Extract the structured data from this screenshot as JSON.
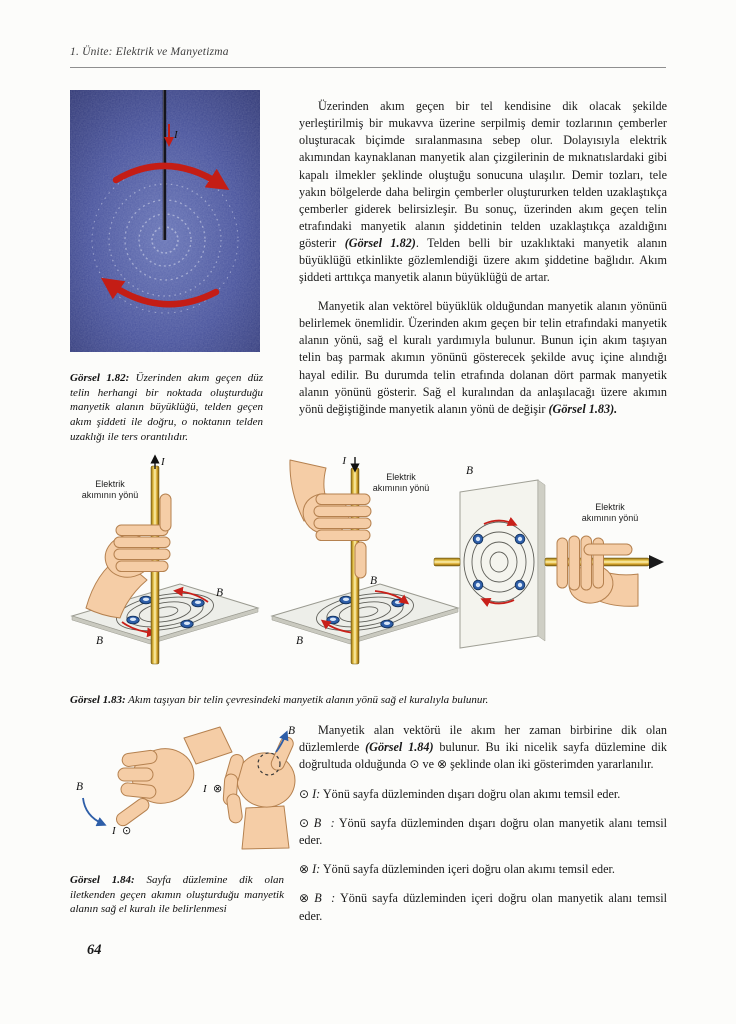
{
  "header": {
    "title": "1. Ünite: Elektrik ve Manyetizma"
  },
  "page_number": "64",
  "article": {
    "p1": {
      "s1": "Üzerinden akım geçen bir tel kendisine dik olacak şekilde yerleştirilmiş bir mukavva üzerine serpilmiş demir tozlarının çemberler oluşturacak biçimde sıralanmasına sebep olur. Dolayısıyla elektrik akımından kaynaklanan manyetik alan çizgilerinin de mıknatıslardaki gibi kapalı ilmekler şeklinde oluştuğu sonucuna ulaşılır. Demir tozları, tele yakın bölgelerde daha belirgin çemberler oluştururken telden uzaklaştıkça çemberler giderek belirsizleşir. Bu sonuç, üzerinden akım geçen telin etrafındaki manyetik alanın şiddetinin telden uzaklaştıkça azaldığını gösterir ",
      "ref": "(Görsel 1.82)",
      "s2": ". Telden belli bir uzaklıktaki manyetik alanın büyüklüğü etkinlikte gözlemlendiği üzere akım şiddetine bağlıdır. Akım şiddeti arttıkça manyetik alanın büyüklüğü de artar."
    },
    "p2": {
      "s1": "Manyetik alan vektörel büyüklük olduğundan manyetik alanın yönünü belirlemek önemlidir. Üzerinden akım geçen bir telin etrafındaki manyetik alanın yönü, sağ el kuralı yardımıyla bulunur. Bunun için akım taşıyan telin baş parmak akımın yönünü gösterecek şekilde avuç içine alındığı hayal edilir. Bu durumda telin etrafında dolanan dört parmak manyetik alanın yönünü gösterir. Sağ el kuralından da anlaşılacağı üzere akımın yönü değiştiğinde manyetik alanın yönü de değişir ",
      "ref": "(Görsel 1.83)."
    }
  },
  "captions": {
    "g82": {
      "label": "Görsel 1.82:",
      "text": "Üzerinden akım geçen düz telin herhangi bir noktada oluşturduğu manyetik alanın büyüklüğü, telden geçen akım şiddeti ile doğru, o noktanın telden uzaklığı ile ters orantılıdır."
    },
    "g83": {
      "label": "Görsel 1.83:",
      "text": "Akım taşıyan bir telin çevresindeki manyetik alanın yönü sağ el kuralıyla bulunur."
    },
    "g84": {
      "label": "Görsel 1.84:",
      "text": "Sayfa düzlemine dik olan iletkenden geçen akımın oluşturduğu manyetik alanın sağ el kuralı ile belirlenmesi"
    }
  },
  "figures": {
    "g82": {
      "current": "I"
    },
    "g83": {
      "dir_line1": "Elektrik",
      "dir_line2": "akımının yönü",
      "current": "I",
      "field": "B⃗"
    },
    "g84": {
      "field": "B⃗",
      "current": "I",
      "out_symbol": "⊙",
      "in_symbol": "⊗"
    }
  },
  "notes": {
    "p1": {
      "s1": "Manyetik alan vektörü ile akım her zaman birbirine dik olan düzlemlerde ",
      "ref": "(Görsel 1.84)",
      "s2": " bulunur. Bu iki nicelik sayfa düzlemine dik doğrultuda olduğunda ",
      "sym_out": "⊙",
      "s3": " ve ",
      "sym_in": "⊗",
      "s4": " şeklinde olan iki gösterimden yararlanılır."
    },
    "items": [
      {
        "symbol": "⊙",
        "label": "I:",
        "text": "Yönü sayfa düzleminden dışarı doğru olan akımı temsil eder."
      },
      {
        "symbol": "⊙",
        "label": "B⃗:",
        "text": "Yönü sayfa düzleminden dışarı doğru olan manyetik alanı temsil eder."
      },
      {
        "symbol": "⊗",
        "label": "I:",
        "text": "Yönü sayfa düzleminden içeri doğru olan akımı temsil eder."
      },
      {
        "symbol": "⊗",
        "label": "B⃗:",
        "text": "Yönü sayfa düzleminden içeri doğru olan manyetik alanı temsil eder."
      }
    ]
  },
  "colors": {
    "accent_red": "#c8201a",
    "photo_blue": "#47529c",
    "rod_gold": "#d9a92c",
    "compass_blue": "#2e5ea8",
    "skin": "#f5cda6"
  }
}
